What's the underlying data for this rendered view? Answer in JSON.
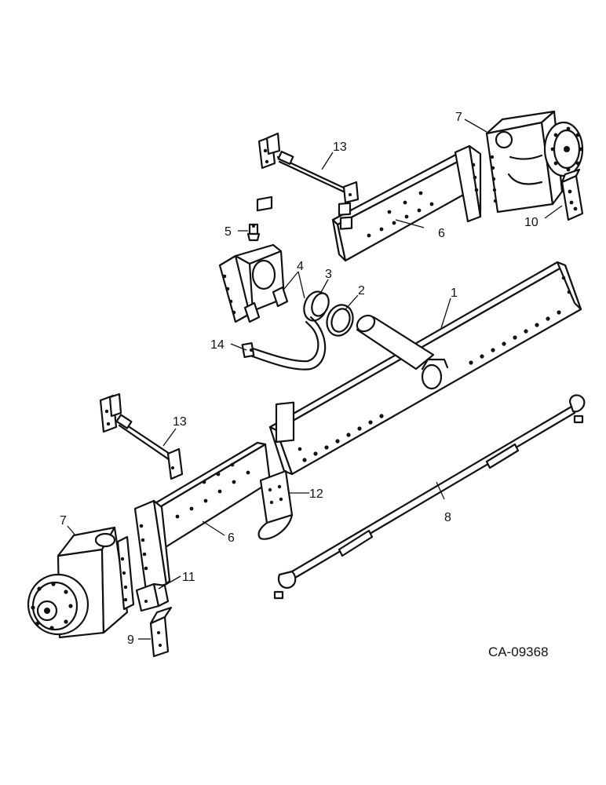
{
  "callouts": {
    "c1": "1",
    "c2": "2",
    "c3": "3",
    "c4": "4",
    "c5": "5",
    "c6a": "6",
    "c6b": "6",
    "c7a": "7",
    "c7b": "7",
    "c8": "8",
    "c9": "9",
    "c10": "10",
    "c11": "11",
    "c12": "12",
    "c13a": "13",
    "c13b": "13",
    "c14": "14"
  },
  "drawing_code": "CA-09368"
}
